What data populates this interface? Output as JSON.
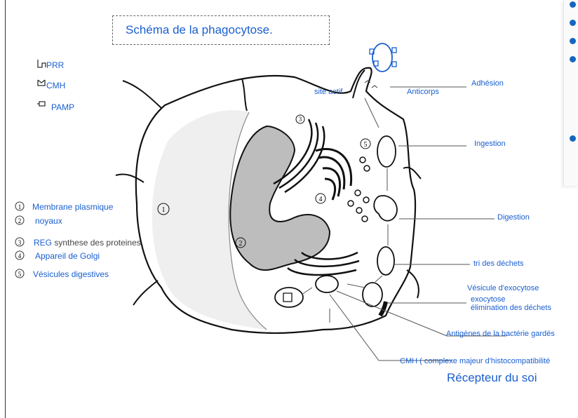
{
  "title": "Schéma de la phagocytose.",
  "legend_symbols": [
    {
      "label": "PRR"
    },
    {
      "label": "CMH"
    },
    {
      "label": "PAMP"
    }
  ],
  "numbered_legend": [
    {
      "num": "1",
      "text": "Membrane plasmique"
    },
    {
      "num": "2",
      "text": "noyaux"
    },
    {
      "num": "3",
      "text": "REG",
      "extra": "synthese des proteines"
    },
    {
      "num": "4",
      "text": "Appareil de Golgi"
    },
    {
      "num": "5",
      "text": "Vésicules digestives"
    }
  ],
  "labels": {
    "site_actif": "site actif",
    "anticorps": "Anticorps",
    "adhesion": "Adhésion",
    "ingestion": "Ingestion",
    "digestion": "Digestion",
    "tri": "tri des déchets",
    "vesicule_exo": "Vésicule d'exocytose",
    "exocytose": "exocytose",
    "elimination": "élimination des déchets",
    "antigenes": "Antigènes de la bactérie gardés",
    "cmh": "CMH ( complexe majeur d'histocompatibilité",
    "recepteur": "Récepteur du soi"
  },
  "cell_numbers": [
    "1",
    "2",
    "3",
    "4",
    "5"
  ],
  "colors": {
    "label_blue": "#1a5fd0",
    "line_gray": "#555555",
    "ink": "#111111"
  }
}
